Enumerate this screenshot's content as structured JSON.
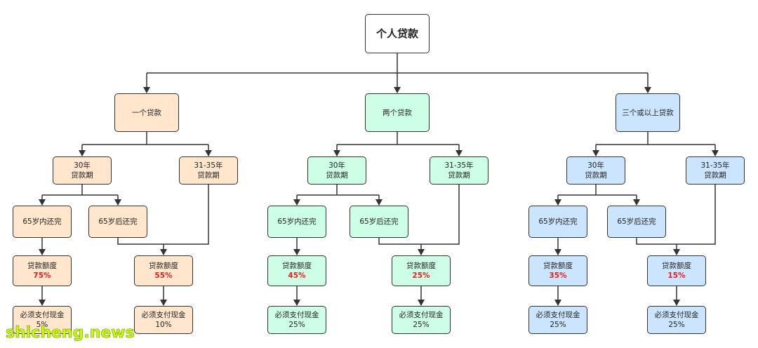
{
  "root": "个人贷款",
  "columns": [
    {
      "category": "一个贷款",
      "term_a": [
        "30年",
        "贷款期"
      ],
      "term_b": [
        "31-35年",
        "贷款期"
      ],
      "repay_a": "65岁内还完",
      "repay_b": "65岁后还完",
      "limit_label": "贷款额度",
      "limit_a": "75%",
      "limit_b": "55%",
      "cash_label": "必须支付现金",
      "cash_a": "5%",
      "cash_b": "10%"
    },
    {
      "category": "两个贷款",
      "term_a": [
        "30年",
        "贷款期"
      ],
      "term_b": [
        "31-35年",
        "贷款期"
      ],
      "repay_a": "65岁内还完",
      "repay_b": "65岁后还完",
      "limit_label": "贷款额度",
      "limit_a": "45%",
      "limit_b": "25%",
      "cash_label": "必须支付现金",
      "cash_a": "25%",
      "cash_b": "25%"
    },
    {
      "category": "三个或以上贷款",
      "term_a": [
        "30年",
        "贷款期"
      ],
      "term_b": [
        "31-35年",
        "贷款期"
      ],
      "repay_a": "65岁内还完",
      "repay_b": "65岁后还完",
      "limit_label": "贷款额度",
      "limit_a": "35%",
      "limit_b": "15%",
      "cash_label": "必须支付现金",
      "cash_a": "25%",
      "cash_b": "25%"
    }
  ],
  "watermark": "shicheng.news",
  "colors": {
    "orange": "#ffe6cc",
    "green": "#ccffe6",
    "blue": "#cce5ff",
    "percent": "#e02020"
  }
}
